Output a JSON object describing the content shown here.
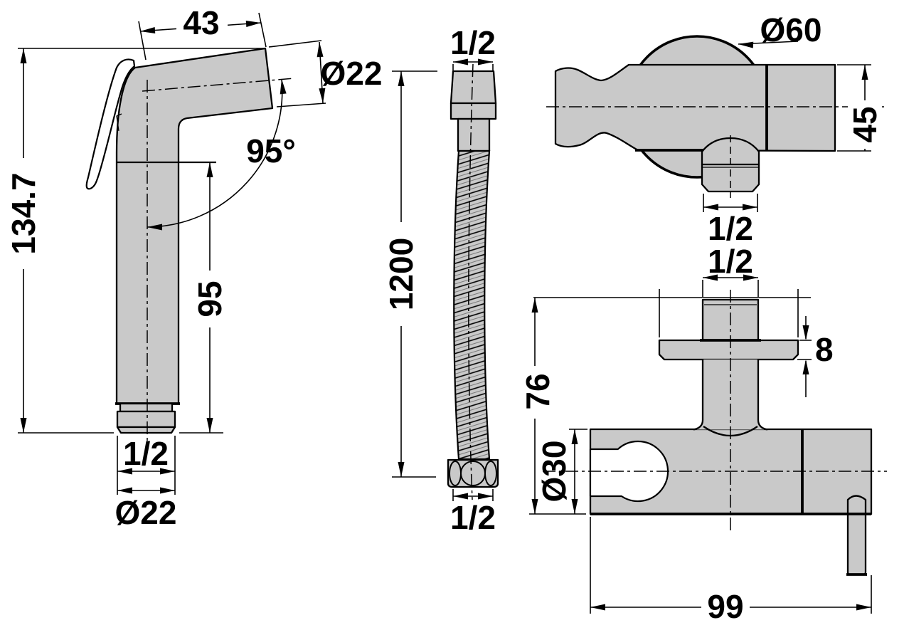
{
  "colors": {
    "part_fill": "#c9c9c9",
    "line": "#000000",
    "background": "#ffffff"
  },
  "sprayer": {
    "head_width": "43",
    "head_diameter": "Ø22",
    "spray_angle": "95°",
    "total_height": "134.7",
    "handle_length": "95",
    "outlet_thread": "1/2",
    "handle_diameter": "Ø22"
  },
  "hose": {
    "top_thread": "1/2",
    "length": "1200",
    "bottom_thread": "1/2"
  },
  "holder": {
    "diameter": "Ø60",
    "height": "45",
    "thread": "1/2"
  },
  "valve": {
    "inlet_thread": "1/2",
    "flange_thickness": "8",
    "height": "76",
    "body_diameter": "Ø30",
    "width": "99"
  }
}
